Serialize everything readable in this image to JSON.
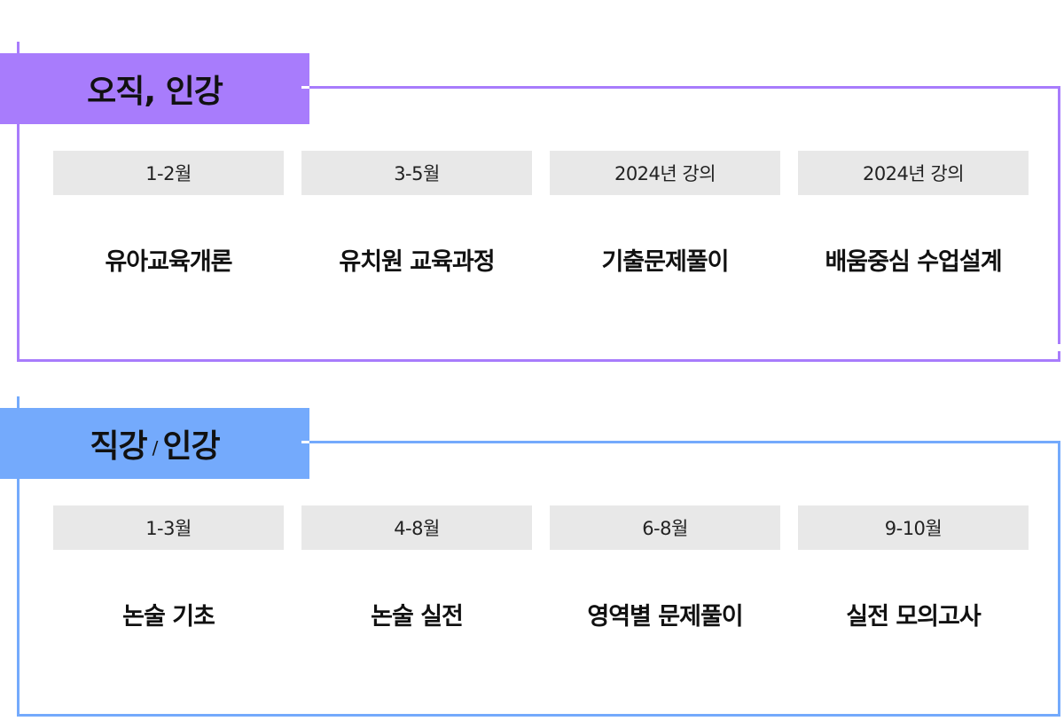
{
  "colors": {
    "section1": "#a87cfc",
    "section2": "#74aafc",
    "period_bg": "#e8e8e8"
  },
  "sections": [
    {
      "title_a": "오직,",
      "title_b": "인강",
      "items": [
        {
          "period": "1-2월",
          "course": "유아교육개론"
        },
        {
          "period": "3-5월",
          "course": "유치원 교육과정"
        },
        {
          "period": "2024년 강의",
          "course": "기출문제풀이"
        },
        {
          "period": "2024년 강의",
          "course": "배움중심 수업설계"
        }
      ]
    },
    {
      "title_a": "직강",
      "title_sep": "/",
      "title_b": "인강",
      "items": [
        {
          "period": "1-3월",
          "course": "논술 기초"
        },
        {
          "period": "4-8월",
          "course": "논술 실전"
        },
        {
          "period": "6-8월",
          "course": "영역별 문제풀이"
        },
        {
          "period": "9-10월",
          "course": "실전 모의고사"
        }
      ]
    }
  ]
}
